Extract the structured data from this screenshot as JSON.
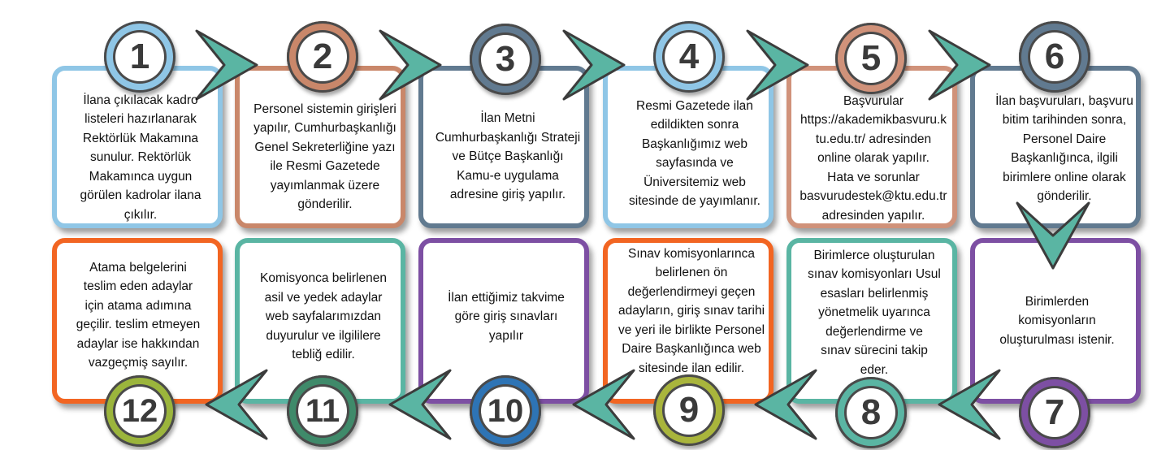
{
  "colors": {
    "teal": "#5ab5a3",
    "arrow_outline": "#3c3c3c",
    "number_text": "#3a3a3a"
  },
  "steps": [
    {
      "number": "1",
      "color": "#8fc6e6",
      "ring": "#8fc6e6",
      "text": "İlana çıkılacak kadro\nlisteleri hazırlanarak\nRektörlük Makamına\nsunulur. Rektörlük\nMakamınca uygun\ngörülen kadrolar ilana\nçıkılır."
    },
    {
      "number": "2",
      "color": "#c9876a",
      "ring": "#c9876a",
      "text": "Personel sistemin girişleri\nyapılır, Cumhurbaşkanlığı\nGenel Sekreterliğine yazı\nile Resmi Gazetede\nyayımlanmak üzere\ngönderilir."
    },
    {
      "number": "3",
      "color": "#617a90",
      "ring": "#617a90",
      "text": "İlan Metni\nCumhurbaşkanlığı Strateji\nve Bütçe Başkanlığı\nKamu-e uygulama\nadresine giriş yapılır."
    },
    {
      "number": "4",
      "color": "#8fc6e6",
      "ring": "#8fc6e6",
      "text": "Resmi Gazetede ilan\nedildikten sonra\nBaşkanlığımız web\nsayfasında ve\nÜniversitemiz web\nsitesinde de yayımlanır."
    },
    {
      "number": "5",
      "color": "#d0927a",
      "ring": "#d0927a",
      "text": "Başvurular\nhttps://akademikbasvuru.k\ntu.edu.tr/ adresinden\nonline olarak yapılır.\nHata ve sorunlar\nbasvurudestek@ktu.edu.tr\nadresinden yapılır."
    },
    {
      "number": "6",
      "color": "#617a90",
      "ring": "#617a90",
      "text": "İlan başvuruları, başvuru\nbitim tarihinden sonra,\nPersonel Daire\nBaşkanlığınca, ilgili\nbirimlere online olarak\ngönderilir."
    },
    {
      "number": "7",
      "color": "#7d4fa3",
      "ring": "#7d4fa3",
      "text": "Birimlerden\nkomisyonların\noluşturulması istenir."
    },
    {
      "number": "8",
      "color": "#5ab5a3",
      "ring": "#5ab5a3",
      "text": "Birimlerce oluşturulan\nsınav komisyonları Usul\nesasları belirlenmiş\nyönetmelik uyarınca\ndeğerlendirme ve\nsınav sürecini takip\neder."
    },
    {
      "number": "9",
      "color": "#f26522",
      "ring": "#a9b53c",
      "text": "Sınav komisyonlarınca\nbelirlenen ön\ndeğerlendirmeyi geçen\nadayların, giriş sınav tarihi\nve yeri ile birlikte Personel\nDaire Başkanlığınca web\nsitesinde ilan edilir."
    },
    {
      "number": "10",
      "color": "#7d4fa3",
      "ring": "#2e74b5",
      "text": "İlan ettiğimiz takvime\ngöre giriş sınavları\nyapılır"
    },
    {
      "number": "11",
      "color": "#5ab5a3",
      "ring": "#3f8a6a",
      "text": "Komisyonca belirlenen\nasil ve yedek adaylar\nweb sayfalarımızdan\nduyurulur ve ilgililere\ntebliğ edilir."
    },
    {
      "number": "12",
      "color": "#f26522",
      "ring": "#9bb53c",
      "text": "Atama belgelerini\nteslim eden adaylar\niçin atama adımına\ngeçilir. teslim etmeyen\nadaylar ise hakkından\nvazgeçmiş sayılır."
    }
  ]
}
